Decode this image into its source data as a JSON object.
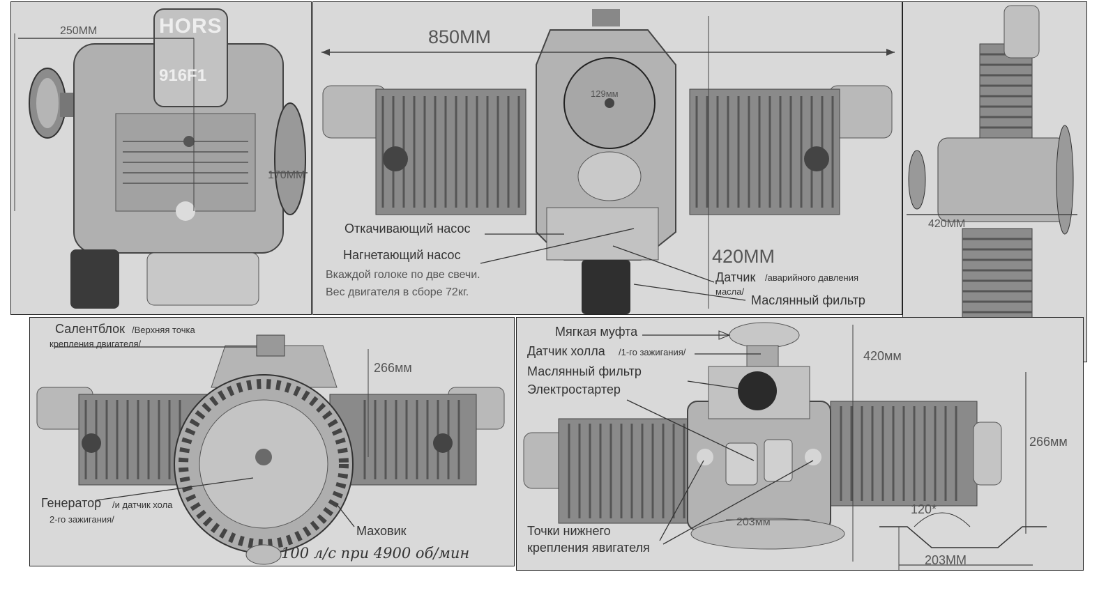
{
  "panel_side": {
    "logo_line1": "HORS",
    "logo_line2": "916F1",
    "dim_width": "250ММ",
    "dim_height": "170ММ"
  },
  "panel_top": {
    "dim_length": "850ММ",
    "dim_circle": "129мм",
    "dim_height": "420ММ",
    "label_pump_out": "Откачивающий насос",
    "label_pump_in": "Нагнетающий насос",
    "note_plugs": "Вкаждой голоке по две свечи.",
    "note_weight": "Вес двигателя в сборе 72кг.",
    "label_sensor": "Датчик",
    "label_sensor_detail": "/аварийного давления",
    "label_sensor_detail2": "масла/",
    "label_filter": "Маслянный фильтр"
  },
  "panel_right": {
    "dim_width": "420ММ"
  },
  "panel_front": {
    "label_mount_top": "Салентблок",
    "label_mount_top_detail": "/Верхняя точка",
    "label_mount_top_detail2": "крепления двигателя/",
    "dim_height": "266мм",
    "label_generator": "Генератор",
    "label_generator_detail": "/и датчик хола",
    "label_generator_detail2": "2-го зажигания/",
    "label_flywheel": "Маховик",
    "spec": "100 л/с при 4900 об/мин"
  },
  "panel_rear": {
    "label_coupling": "Мягкая муфта",
    "label_hall": "Датчик холла",
    "label_hall_detail": "/1-го зажигания/",
    "label_filter": "Маслянный фильтр",
    "label_starter": "Электростартер",
    "dim_height_top": "420мм",
    "dim_height_side": "266мм",
    "dim_mount_spacing": "203мм",
    "label_mount_bottom": "Точки нижнего",
    "label_mount_bottom2": "крепления явигателя",
    "dim_angle": "120*",
    "dim_base": "203ММ"
  }
}
